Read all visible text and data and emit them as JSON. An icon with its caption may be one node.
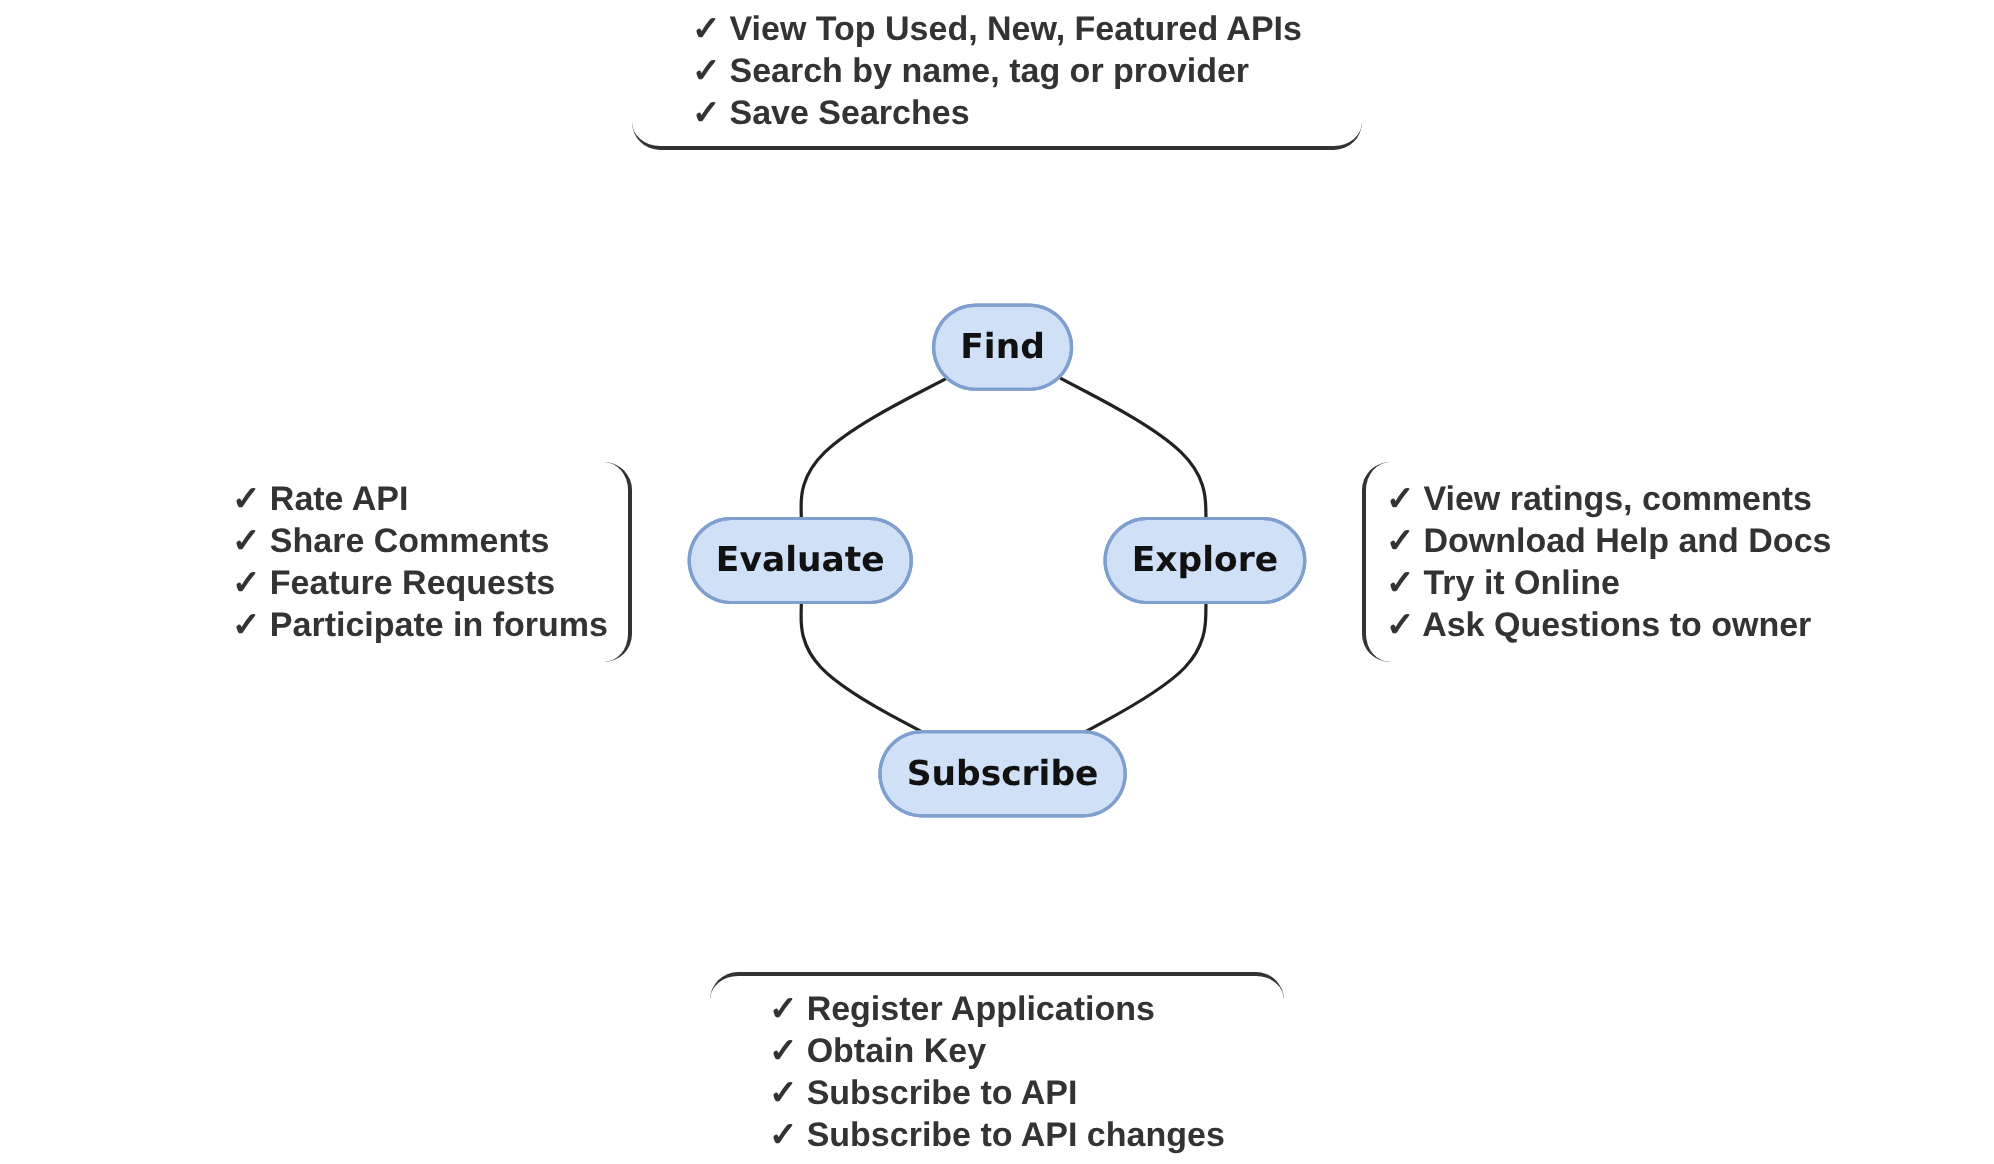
{
  "diagram": {
    "nodes": [
      {
        "text": [
          "Find"
        ],
        "beside": [
          "✓ View Top Used, New, Featured APIs",
          "✓ Search by name, tag or provider",
          "✓ Save Searches"
        ]
      },
      {
        "text": [
          "Explore"
        ],
        "beside": [
          "✓ View ratings, comments",
          "✓ Download Help and Docs",
          "✓ Try it Online",
          "✓ Ask Questions to owner"
        ]
      },
      {
        "text": [
          "Subscribe"
        ],
        "beside": [
          "✓ Register Applications",
          "✓ Obtain Key",
          "✓ Subscribe to API",
          "✓ Subscribe to API changes"
        ]
      },
      {
        "text": [
          "Evaluate"
        ],
        "beside": [
          "✓ Rate API",
          "✓ Share Comments",
          "✓ Feature Requests",
          "✓ Participate in forums"
        ]
      }
    ],
    "edges": [
      {
        "from": 0,
        "to": 3,
        "arrow": "none"
      },
      {
        "from": 0,
        "to": 1,
        "arrow": "none"
      },
      {
        "from": 3,
        "to": 2,
        "arrow": "none"
      },
      {
        "from": 1,
        "to": 2,
        "arrow": "none"
      }
    ]
  }
}
